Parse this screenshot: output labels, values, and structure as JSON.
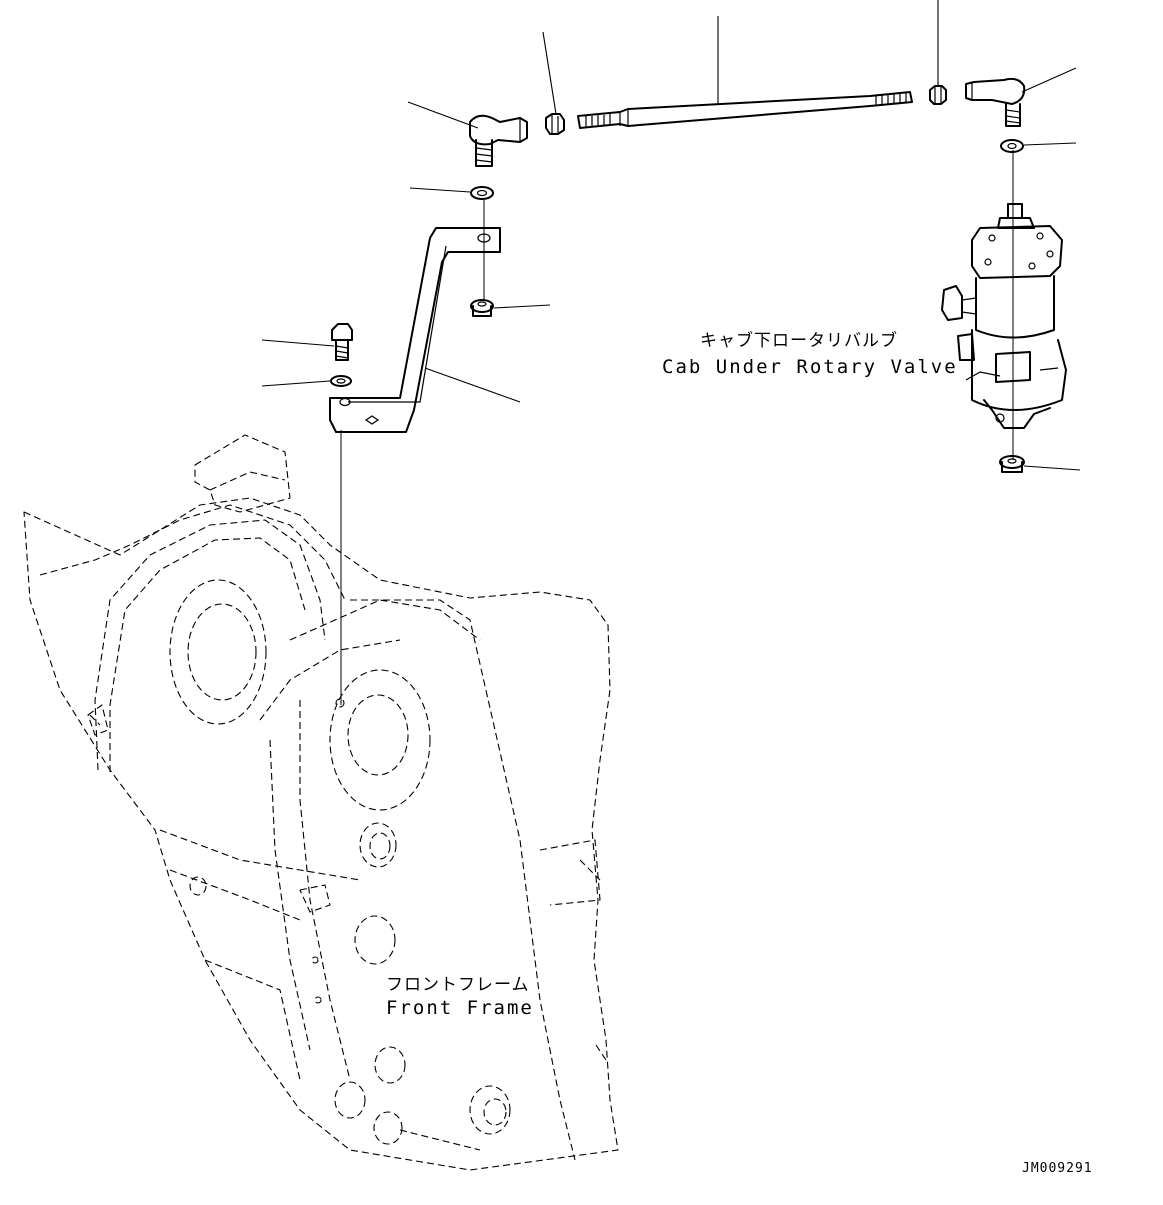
{
  "labels": {
    "valve_jp": "キャブ下ロータリバルブ",
    "valve_en": "Cab Under Rotary Valve",
    "frame_jp": "フロントフレーム",
    "frame_en": "Front Frame",
    "drawing_code": "JM009291"
  }
}
